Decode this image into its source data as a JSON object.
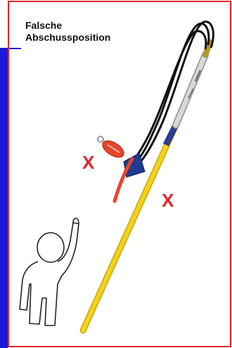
{
  "title": "Falsche\nAbschussposition",
  "marks": {
    "x1": "X",
    "x2": "X"
  },
  "icons": {
    "person": "person-raising-hand-icon",
    "launcher": "line-launcher-pole-icon"
  },
  "colors": {
    "border": "#e3242b",
    "band": "#1a1ad8",
    "pole": "#f2d21b",
    "marker": "#e3242b"
  }
}
